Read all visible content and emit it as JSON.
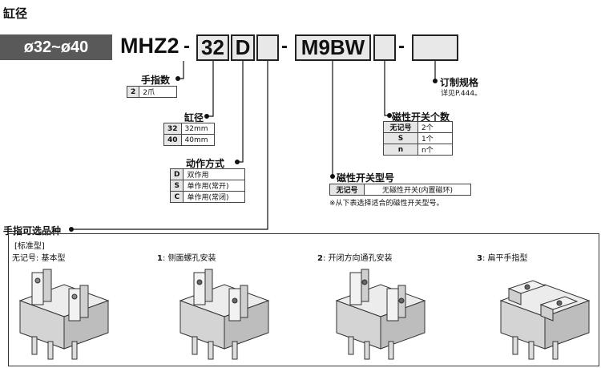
{
  "title": "缸径",
  "bore_range": "ø32~ø40",
  "model": {
    "prefix": "MHZ2",
    "size": "32",
    "action": "D",
    "switch": "M9BW"
  },
  "fingers": {
    "label": "手指数",
    "rows": [
      {
        "key": "2",
        "value": "2爪"
      }
    ]
  },
  "bore": {
    "label": "缸径",
    "rows": [
      {
        "key": "32",
        "value": "32mm"
      },
      {
        "key": "40",
        "value": "40mm"
      }
    ]
  },
  "action": {
    "label": "动作方式",
    "rows": [
      {
        "key": "D",
        "value": "双作用"
      },
      {
        "key": "S",
        "value": "单作用(常开)"
      },
      {
        "key": "C",
        "value": "单作用(常闭)"
      }
    ]
  },
  "switch_qty": {
    "label": "磁性开关个数",
    "rows": [
      {
        "key": "无记号",
        "value": "2个"
      },
      {
        "key": "S",
        "value": "1个"
      },
      {
        "key": "n",
        "value": "n个"
      }
    ]
  },
  "switch_type": {
    "label": "磁性开关型号",
    "rows": [
      {
        "key": "无记号",
        "value": "无磁性开关(内置磁环)"
      }
    ],
    "note": "※从下表选择适合的磁性开关型号。"
  },
  "custom": {
    "label": "订制规格",
    "note": "详见P.444。"
  },
  "finger_option": {
    "label": "手指可选品种",
    "standard_title": "[标准型]",
    "options": [
      {
        "num": "",
        "text": "无记号: 基本型"
      },
      {
        "num": "1",
        "text": ": 侧面螺孔安装"
      },
      {
        "num": "2",
        "text": ": 开闭方向通孔安装"
      },
      {
        "num": "3",
        "text": ": 扁平手指型"
      }
    ]
  },
  "colors": {
    "bore_box": "#595959",
    "code_box_fill": "#e8e8e8",
    "table_key_fill": "#e6e6e6"
  }
}
